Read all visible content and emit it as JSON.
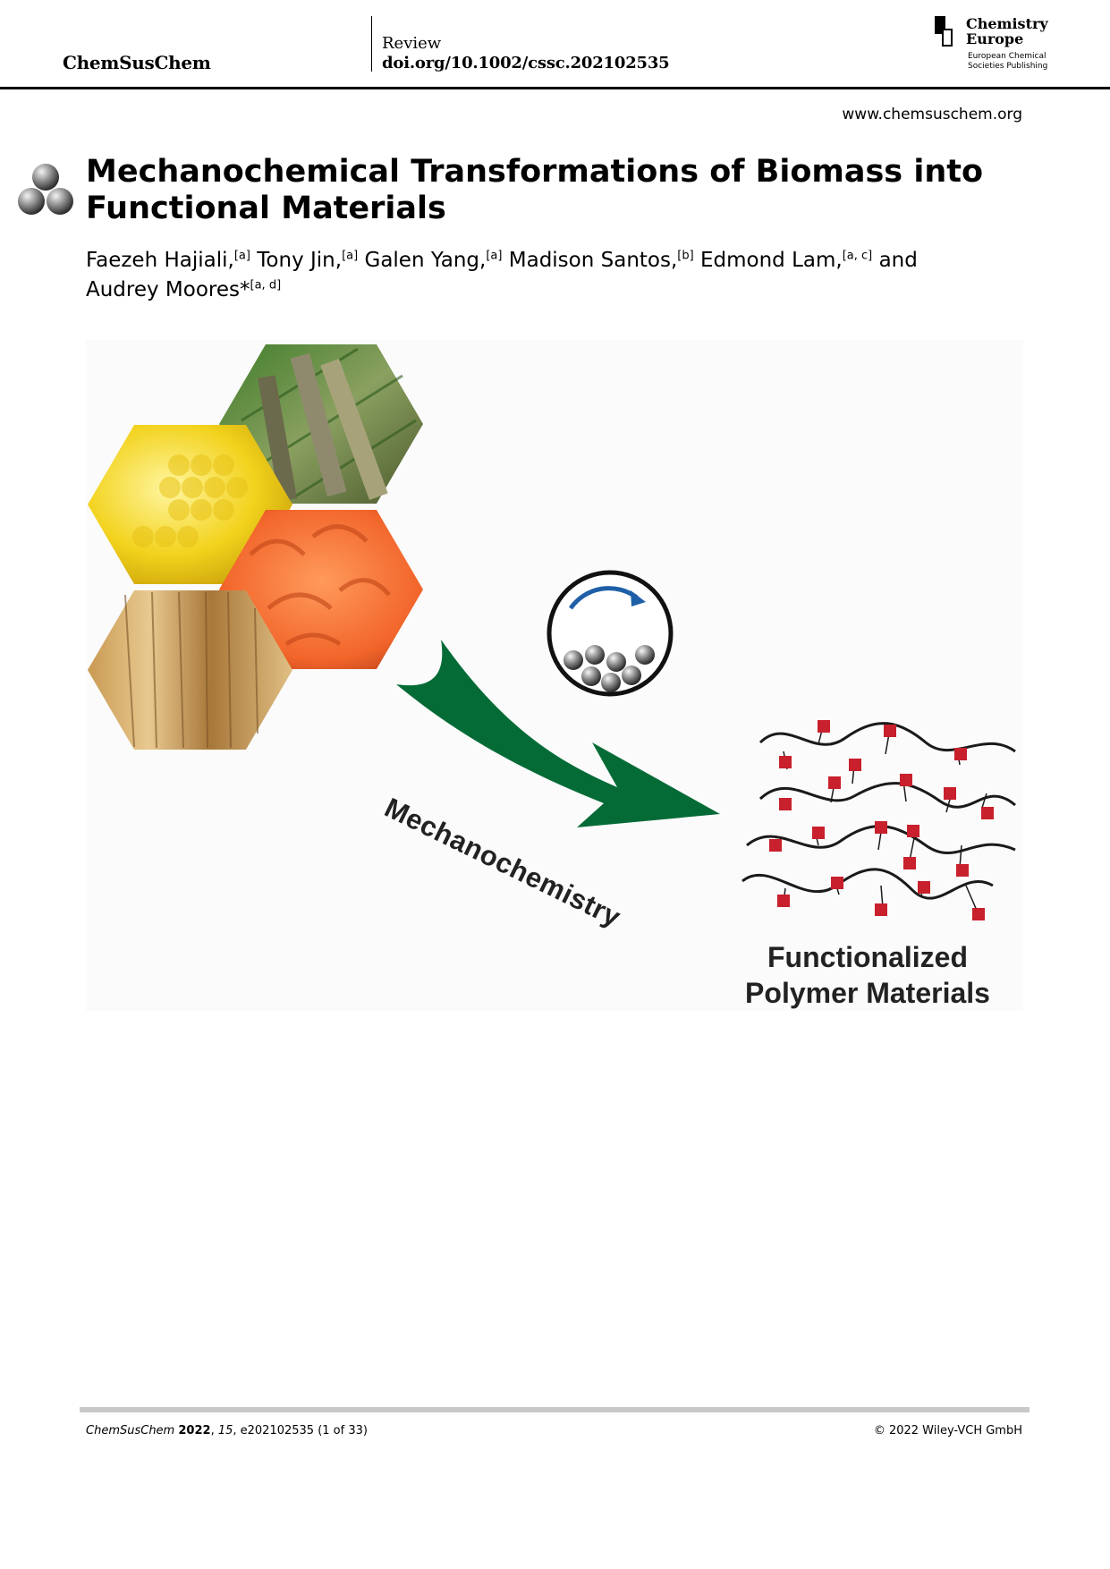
{
  "header": {
    "journal": "ChemSusChem",
    "article_type": "Review",
    "doi": "doi.org/10.1002/cssc.202102535",
    "publisher_name_line1": "Chemistry",
    "publisher_name_line2": "Europe",
    "publisher_sub_line1": "European Chemical",
    "publisher_sub_line2": "Societies Publishing",
    "website": "www.chemsuschem.org"
  },
  "article": {
    "title_line1": "Mechanochemical Transformations of Biomass into",
    "title_line2": "Functional Materials",
    "authors": [
      {
        "name": "Faezeh Hajiali,",
        "aff": "[a]"
      },
      {
        "name": "Tony Jin,",
        "aff": "[a]"
      },
      {
        "name": "Galen Yang,",
        "aff": "[a]"
      },
      {
        "name": "Madison Santos,",
        "aff": "[b]"
      },
      {
        "name": "Edmond Lam,",
        "aff": "[a, c]"
      },
      {
        "name": "and",
        "aff": ""
      },
      {
        "name": "Audrey Moores*",
        "aff": "[a, d]"
      }
    ]
  },
  "figure": {
    "process_label": "Mechanochemistry",
    "product_label_line1": "Functionalized",
    "product_label_line2": "Polymer Materials",
    "colors": {
      "arrow": "#046b36",
      "rotation_arrow": "#1f5fa8",
      "functional_group": "#c8202c",
      "polymer_chain": "#1a1a1a"
    }
  },
  "footer": {
    "citation_journal": "ChemSusChem",
    "citation_year": "2022",
    "citation_volume": "15",
    "citation_rest": ", e202102535 (1 of 33)",
    "copyright": "© 2022 Wiley-VCH GmbH"
  }
}
